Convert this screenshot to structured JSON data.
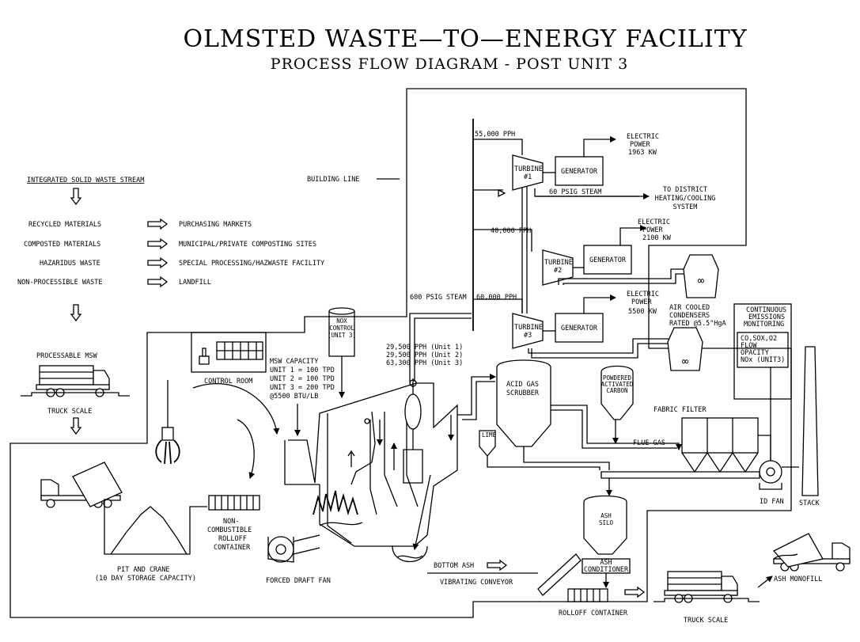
{
  "title": "OLMSTED WASTE—TO—ENERGY FACILITY",
  "subtitle": "PROCESS FLOW DIAGRAM - POST UNIT 3",
  "waste_stream": {
    "heading": "INTEGRATED SOLID WASTE STREAM",
    "rows": [
      {
        "from": "RECYCLED MATERIALS",
        "to": "PURCHASING MARKETS"
      },
      {
        "from": "COMPOSTED MATERIALS",
        "to": "MUNICIPAL/PRIVATE COMPOSTING SITES"
      },
      {
        "from": "HAZARIDUS WASTE",
        "to": "SPECIAL PROCESSING/HAZWASTE FACILITY"
      },
      {
        "from": "NON-PROCESSIBLE WASTE",
        "to": "LANDFILL"
      }
    ],
    "processable": "PROCESSABLE MSW",
    "truck_scale": "TRUCK SCALE"
  },
  "building_line": "BUILDING LINE",
  "steam": {
    "flow_top": "55,000 PPH",
    "flow_mid": "40,000 PPH",
    "flow_low": "60,000 PPH",
    "main": "600 PSIG STEAM",
    "psig60": "60 PSIG STEAM",
    "district": [
      "TO DISTRICT",
      "HEATING/COOLING",
      "SYSTEM"
    ],
    "units": [
      "29,500 PPH (Unit 1)",
      "29,500 PPH (Unit 2)",
      "63,300 PPH (Unit 3)"
    ]
  },
  "turbines": [
    {
      "label": [
        "TURBINE",
        "#1"
      ],
      "gen": "GENERATOR",
      "power": [
        "ELECTRIC",
        "POWER",
        "1963 KW"
      ]
    },
    {
      "label": [
        "TURBINE",
        "#2"
      ],
      "gen": "GENERATOR",
      "power": [
        "ELECTRIC",
        "POWER",
        "2100 KW"
      ]
    },
    {
      "label": [
        "TURBINE",
        "#3"
      ],
      "gen": "GENERATOR",
      "power": [
        "ELECTRIC",
        "POWER",
        "5500 KW"
      ]
    }
  ],
  "condensers": [
    "AIR COOLED",
    "CONDENSERS",
    "RATED @5.5\"HgA"
  ],
  "cems": {
    "label": [
      "CONTINUOUS",
      "EMISSIONS",
      "MONITORING"
    ],
    "box": [
      "CO,SOX,O2",
      "FLOW",
      "OPACITY",
      "NOx (UNIT3)"
    ]
  },
  "nox": [
    "NOX",
    "CONTROL",
    "(UNIT 3)"
  ],
  "control_room": "CONTROL ROOM",
  "msw_capacity": [
    "MSW CAPACITY",
    "UNIT 1 = 100 TPD",
    "UNIT 2 = 100 TPD",
    "UNIT 3 = 200 TPD",
    "@5500 BTU/LB"
  ],
  "acid_gas": [
    "ACID GAS",
    "SCRUBBER"
  ],
  "lime": "LIME",
  "carbon": [
    "POWDERED",
    "ACTIVATED",
    "CARBON"
  ],
  "fabric_filter": "FABRIC FILTER",
  "flue_gas": "FLUE GAS",
  "id_fan": "ID FAN",
  "stack": "STACK",
  "ash_silo": [
    "ASH",
    "SILO"
  ],
  "ash_conditioner": [
    "ASH",
    "CONDITIONER"
  ],
  "rolloff": "ROLLOFF CONTAINER",
  "truck_scale2": "TRUCK SCALE",
  "ash_monofill": "ASH MONOFILL",
  "bottom_ash": "BOTTOM ASH",
  "vibrating_conveyor": "VIBRATING CONVEYOR",
  "forced_draft_fan": "FORCED DRAFT FAN",
  "noncombustible": [
    "NON-",
    "COMBUSTIBLE",
    "ROLLOFF",
    "CONTAINER"
  ],
  "pit": [
    "PIT AND CRANE",
    "(10 DAY STORAGE CAPACITY)"
  ]
}
